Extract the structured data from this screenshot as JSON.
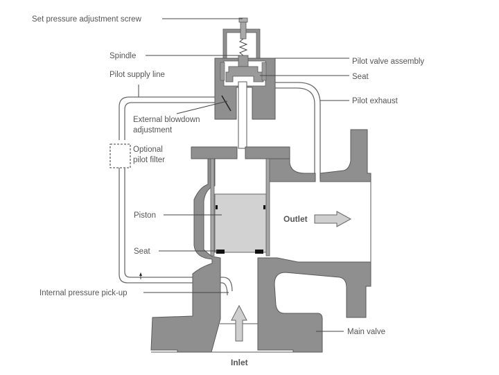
{
  "diagram": {
    "title": "Pilot operated safety valve",
    "colors": {
      "body": "#8f8f8f",
      "piston": "#d2d2d2",
      "arrow": "#cfcfcf",
      "seal": "#111111",
      "label_text": "#555555",
      "leader": "#444444"
    },
    "labels": {
      "set_pressure_screw": "Set pressure adjustment screw",
      "spindle": "Spindle",
      "pilot_supply_line": "Pilot supply line",
      "external_blowdown_1": "External blowdown",
      "external_blowdown_2": "adjustment",
      "optional_filter_1": "Optional",
      "optional_filter_2": "pilot filter",
      "piston": "Piston",
      "seat_main": "Seat",
      "internal_pickup": "Internal pressure pick-up",
      "pilot_valve_assembly": "Pilot valve assembly",
      "seat_pilot": "Seat",
      "pilot_exhaust": "Pilot exhaust",
      "outlet": "Outlet",
      "main_valve": "Main valve",
      "inlet": "Inlet"
    }
  }
}
